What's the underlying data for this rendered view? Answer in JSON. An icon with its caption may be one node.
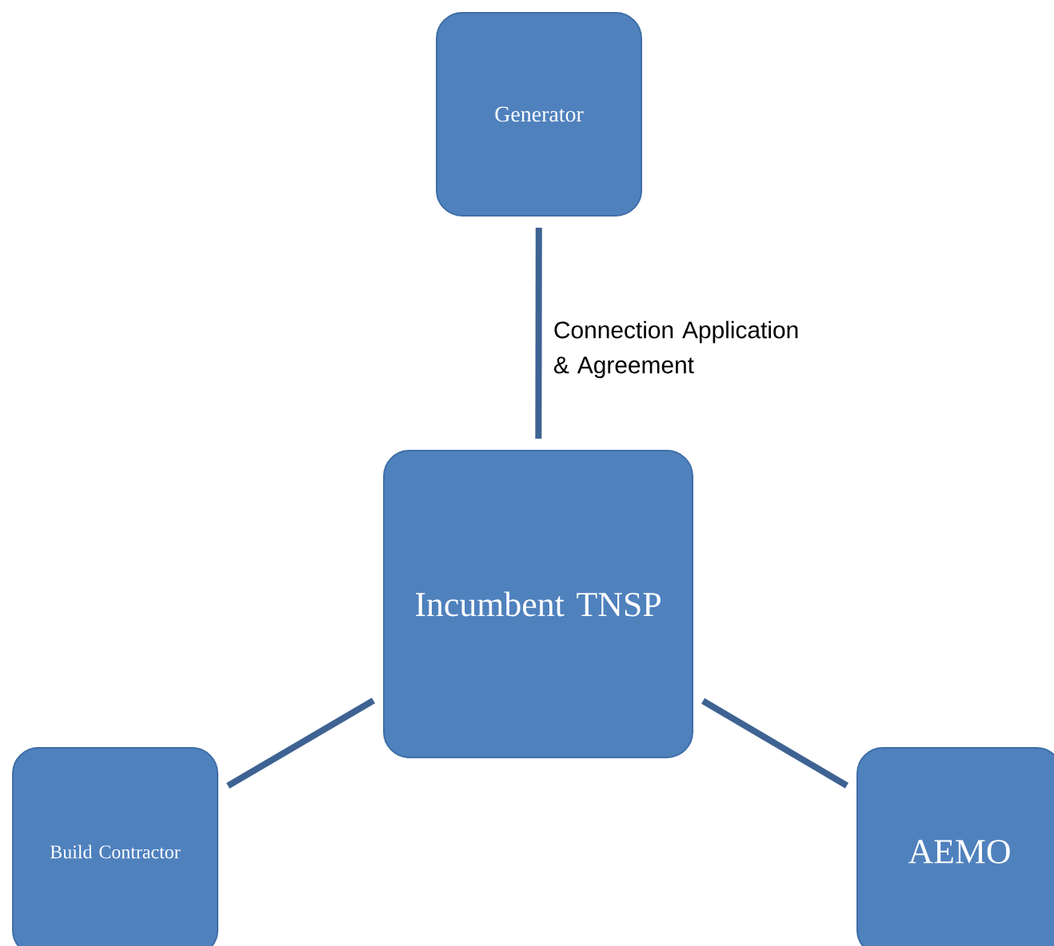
{
  "diagram": {
    "nodes": [
      {
        "text": [
          "Generator"
        ]
      },
      {
        "text": [
          "Incumbent TNSP"
        ]
      },
      {
        "text": [
          "Build Contractor"
        ]
      },
      {
        "text": [
          "AEMO"
        ]
      }
    ],
    "edges": [
      {
        "from": 0,
        "to": 1,
        "arrow": "none",
        "label": "Connection Application & Agreement"
      },
      {
        "from": 1,
        "to": 2,
        "arrow": "none"
      },
      {
        "from": 1,
        "to": 3,
        "arrow": "none"
      }
    ]
  }
}
